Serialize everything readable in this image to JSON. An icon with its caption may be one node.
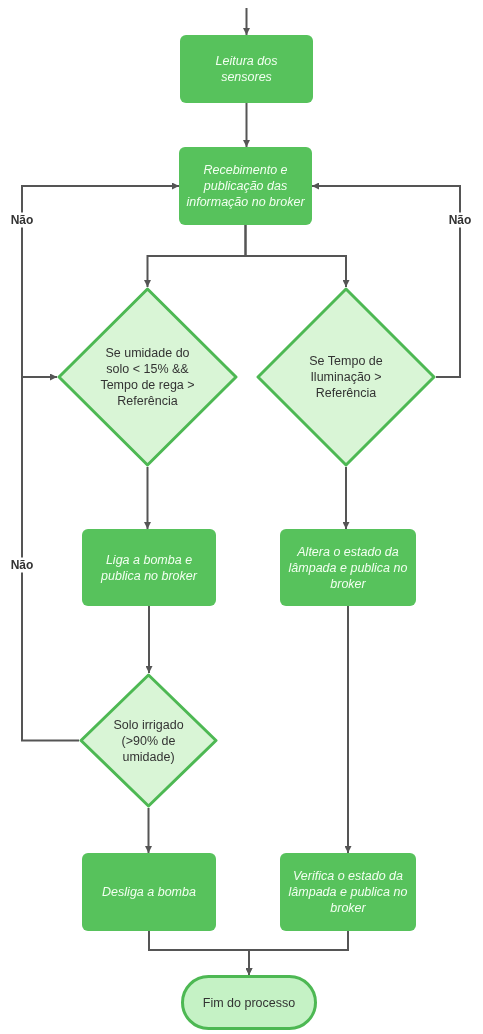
{
  "diagram": {
    "nodes": [
      {
        "text": [
          "Leitura dos sensores"
        ]
      },
      {
        "text": [
          "Recebimento e publicação das informação no broker"
        ]
      },
      {
        "text": [
          "Se umidade do solo < 15% && Tempo de rega > Referência"
        ]
      },
      {
        "text": [
          "Se Tempo de Iluminação > Referência"
        ]
      },
      {
        "text": [
          "Liga a bomba e publica no broker"
        ]
      },
      {
        "text": [
          "Altera o estado da lâmpada e publica no broker"
        ]
      },
      {
        "text": [
          "Solo irrigado (>90% de umidade)"
        ]
      },
      {
        "text": [
          "Desliga a bomba"
        ]
      },
      {
        "text": [
          "Verifica o estado da lâmpada e publica no broker"
        ]
      },
      {
        "text": [
          "Fim do processo"
        ]
      }
    ],
    "edges": [
      {
        "from": null,
        "to": 0,
        "arrow": "to"
      },
      {
        "from": 0,
        "to": 1,
        "arrow": "to"
      },
      {
        "from": 1,
        "to": 2,
        "arrow": "to"
      },
      {
        "from": 1,
        "to": 3,
        "arrow": "to"
      },
      {
        "from": 2,
        "to": 1,
        "arrow": "to",
        "label": "Não"
      },
      {
        "from": 3,
        "to": 1,
        "arrow": "to",
        "label": "Não"
      },
      {
        "from": 2,
        "to": 4,
        "arrow": "to"
      },
      {
        "from": 3,
        "to": 5,
        "arrow": "to"
      },
      {
        "from": 4,
        "to": 6,
        "arrow": "to"
      },
      {
        "from": 6,
        "to": 2,
        "arrow": "to",
        "label": "Não"
      },
      {
        "from": 6,
        "to": 7,
        "arrow": "to"
      },
      {
        "from": 5,
        "to": 8,
        "arrow": "to"
      },
      {
        "from": 7,
        "to": 9,
        "arrow": "to"
      },
      {
        "from": 8,
        "to": 9,
        "arrow": "to"
      }
    ]
  }
}
